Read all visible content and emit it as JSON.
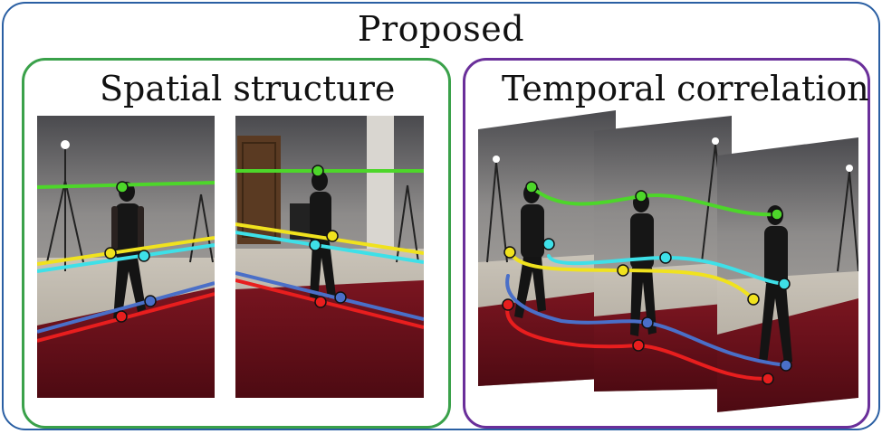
{
  "figure": {
    "title": "Proposed",
    "left_panel_title": "Spatial structure",
    "right_panel_title": "Temporal correlation"
  },
  "colors": {
    "outer_border": "#2a5fa3",
    "left_border": "#3aa14a",
    "right_border": "#6a2f9a",
    "head": "#4dd62a",
    "shoulder": "#f0e21e",
    "elbow": "#3ee0e8",
    "knee": "#4a6fc8",
    "ankle": "#e81e1e"
  }
}
